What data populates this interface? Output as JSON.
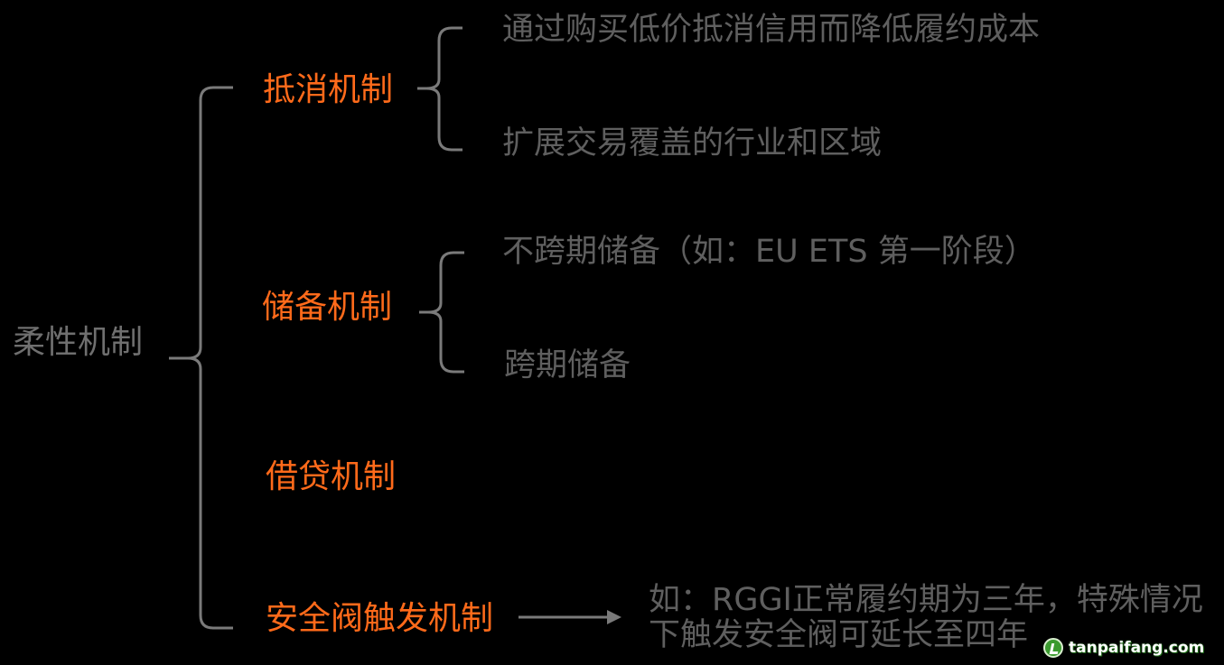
{
  "root": {
    "label": "柔性机制"
  },
  "mechanisms": [
    {
      "label": "抵消机制",
      "items": [
        "通过购买低价抵消信用而降低履约成本",
        "扩展交易覆盖的行业和区域"
      ]
    },
    {
      "label": "储备机制",
      "items": [
        "不跨期储备（如：EU ETS 第一阶段）",
        "跨期储备"
      ]
    },
    {
      "label": "借贷机制",
      "items": []
    },
    {
      "label": "安全阀触发机制",
      "note": "如：RGGI正常履约期为三年，特殊情况下触发安全阀可延长至四年"
    }
  ],
  "watermark": {
    "text": "tanpaifang.com",
    "icon": "leaf-logo-icon"
  },
  "colors": {
    "background": "#000000",
    "mechanism_text": "#ff6a1a",
    "root_text": "#6f6f6f",
    "leaf_text": "#5f5f5f",
    "bracket_line": "#7a7a7a"
  }
}
